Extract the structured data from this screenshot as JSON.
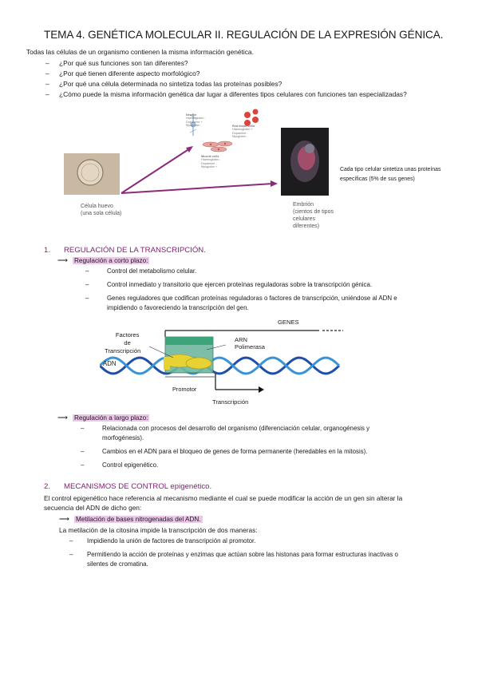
{
  "title": "TEMA 4. GENÉTICA MOLECULAR II. REGULACIÓN DE LA EXPRESIÓN GÉNICA.",
  "intro": "Todas las células de un organismo contienen la misma información genética.",
  "questions": [
    "¿Por qué sus funciones son tan diferentes?",
    "¿Por qué tienen diferente aspecto morfológico?",
    "¿Por qué una célula determinada no sintetiza todas las proteínas posibles?",
    "¿Cómo puede la misma información genética dar lugar a diferentes tipos celulares con funciones tan especializadas?"
  ],
  "fig1": {
    "egg_caption": [
      "Célula huevo",
      "(una sola célula)"
    ],
    "embryo_caption": [
      "Embrión",
      "(cientos de tipos",
      "celulares",
      "diferentes)"
    ],
    "side_note": [
      "Cada tipo celular sintetiza unas proteínas",
      "específicas (5% de sus genes)"
    ],
    "neuron": [
      "Neuron",
      "Haemoglobin -",
      "Dopamine +",
      "Myoglobin -"
    ],
    "rbc": [
      "Red blood cells",
      "Haemoglobin +",
      "Dopamine -",
      "Myoglobin -"
    ],
    "muscle": [
      "Muscle cells",
      "Haemoglobin -",
      "Dopamine -",
      "Myoglobin +"
    ]
  },
  "section1": {
    "num": "1.",
    "title": "REGULACIÓN DE LA TRANSCRIPCIÓN.",
    "short": {
      "label": "Regulación a corto plazo:",
      "items": [
        "Control del metabolismo celular.",
        "Control inmediato y transitorio que ejercen proteínas reguladoras sobre la transcripción génica.",
        "Genes reguladores que codifican proteínas reguladoras o factores de transcripción, uniéndose al ADN e",
        "impidiendo o favoreciendo la transcripción del gen."
      ]
    },
    "diagram": {
      "factores": [
        "Factores",
        "de",
        "Transcripción"
      ],
      "adn": "ADN",
      "arn": [
        "ARN",
        "Polimerasa"
      ],
      "genes": "GENES",
      "promotor": "Promotor",
      "transcripcion": "Transcripción"
    },
    "long": {
      "label": "Regulación a largo plazo:",
      "items": [
        "Relacionada con procesos del desarrollo del organismo (diferenciación celular, organogénesis y",
        "morfogénesis).",
        "Cambios en el ADN para el bloqueo de genes de forma permanente (heredables en la mitosis).",
        "Control epigenético."
      ]
    }
  },
  "section2": {
    "num": "2.",
    "title": "MECANISMOS DE CONTROL epigenético.",
    "para": [
      "El control epigenético hace referencia al mecanismo mediante el cual se puede modificar la acción de un gen sin alterar la",
      "secuencia del ADN de dicho gen:"
    ],
    "sub": "Metilación de bases nitrogenadas del ADN.",
    "sub_para": "La metilación de la citosina impide la transcripción de dos maneras:",
    "items": [
      "Impidiendo la unión de factores de transcripción al promotor.",
      "Permitiendo la acción de proteínas y enzimas que actúan sobre las histonas para formar estructuras inactivas o",
      "silentes de cromatina."
    ]
  },
  "symbols": {
    "dash": "–",
    "arrow": "⟶"
  }
}
